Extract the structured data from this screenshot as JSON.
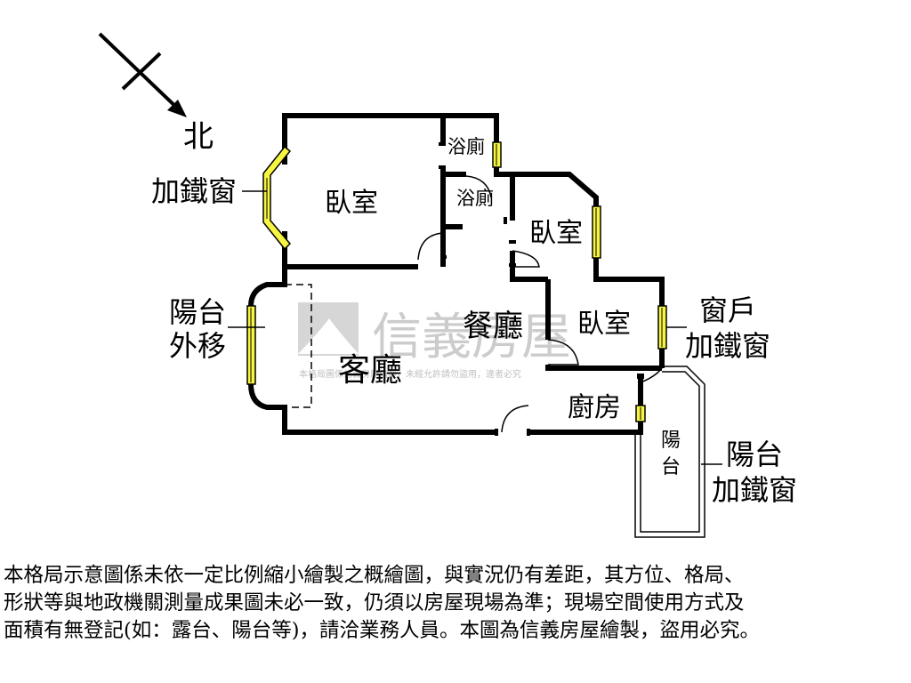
{
  "compass": {
    "north_label": "北"
  },
  "rooms": {
    "bedroom_main": "臥室",
    "bathroom_top": "浴廁",
    "bathroom_mid": "浴廁",
    "bedroom_right": "臥室",
    "bedroom_lower": "臥室",
    "dining": "餐廳",
    "living": "客廳",
    "kitchen": "廚房",
    "balcony_small": [
      "陽",
      "台"
    ]
  },
  "annotations": {
    "left_window": "加鐵窗",
    "balcony_moved": [
      "陽台",
      "外移"
    ],
    "right_window": [
      "窗戶",
      "加鐵窗"
    ],
    "balcony_window": [
      "陽台",
      "加鐵窗"
    ]
  },
  "watermark": {
    "brand": "信義房屋",
    "notice": "本格局圖係信義房屋繪製，未經允許請勿盜用，違者必究"
  },
  "colors": {
    "wall": "#000000",
    "window_fill": "#f5f542",
    "watermark": "#b9b9b9"
  },
  "disclaimer": [
    "本格局示意圖係未依一定比例縮小繪製之概繪圖，與實況仍有差距，其方位、格局、",
    "形狀等與地政機關測量成果圖未必一致，仍須以房屋現場為準；現場空間使用方式及",
    "面積有無登記(如：露台、陽台等)，請洽業務人員。本圖為信義房屋繪製，盜用必究。"
  ]
}
